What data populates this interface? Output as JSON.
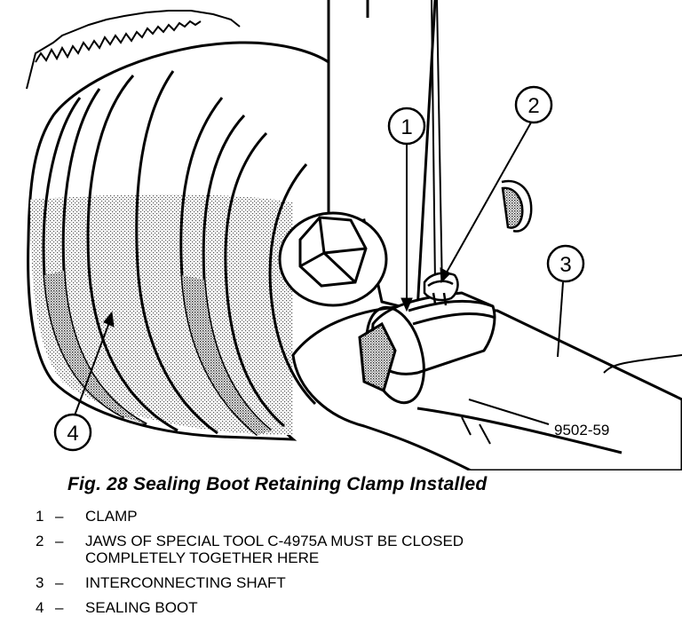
{
  "figure": {
    "part_number": "9502-59",
    "callouts": [
      {
        "id": "1",
        "label": "1"
      },
      {
        "id": "2",
        "label": "2"
      },
      {
        "id": "3",
        "label": "3"
      },
      {
        "id": "4",
        "label": "4"
      }
    ]
  },
  "caption": "Fig. 28 Sealing Boot Retaining Clamp Installed",
  "legend": [
    {
      "num": "1",
      "dash": "–",
      "text": "CLAMP"
    },
    {
      "num": "2",
      "dash": "–",
      "text": "JAWS OF SPECIAL TOOL C-4975A MUST BE CLOSED\nCOMPLETELY TOGETHER HERE"
    },
    {
      "num": "3",
      "dash": "–",
      "text": "INTERCONNECTING SHAFT"
    },
    {
      "num": "4",
      "dash": "–",
      "text": "SEALING BOOT"
    }
  ]
}
